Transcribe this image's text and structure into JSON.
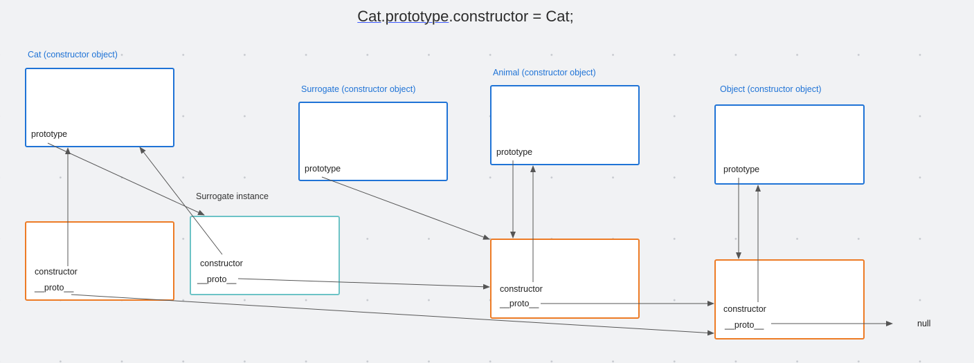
{
  "title": {
    "part1": "Cat",
    "part2": ".",
    "part3": "prototype",
    "part4": ".constructor = Cat;"
  },
  "cat_constructor": {
    "label": "Cat (constructor object)",
    "prototype_field": "prototype"
  },
  "surrogate_constructor": {
    "label": "Surrogate (constructor object)",
    "prototype_field": "prototype"
  },
  "animal_constructor": {
    "label": "Animal (constructor object)",
    "prototype_field": "prototype"
  },
  "object_constructor": {
    "label": "Object (constructor object)",
    "prototype_field": "prototype"
  },
  "cat_prototype": {
    "constructor_field": "constructor",
    "proto_field": "__proto__"
  },
  "surrogate_instance": {
    "label": "Surrogate instance",
    "constructor_field": "constructor",
    "proto_field": "__proto__"
  },
  "animal_prototype": {
    "constructor_field": "constructor",
    "proto_field": "__proto__"
  },
  "object_prototype": {
    "constructor_field": "constructor",
    "proto_field": "__proto__"
  },
  "null_label": "null",
  "colors": {
    "constructor_border": "#1f73d6",
    "prototype_border": "#ed7b25",
    "instance_border": "#6cc3c6",
    "arrow": "#555555",
    "background": "#f1f2f4"
  }
}
